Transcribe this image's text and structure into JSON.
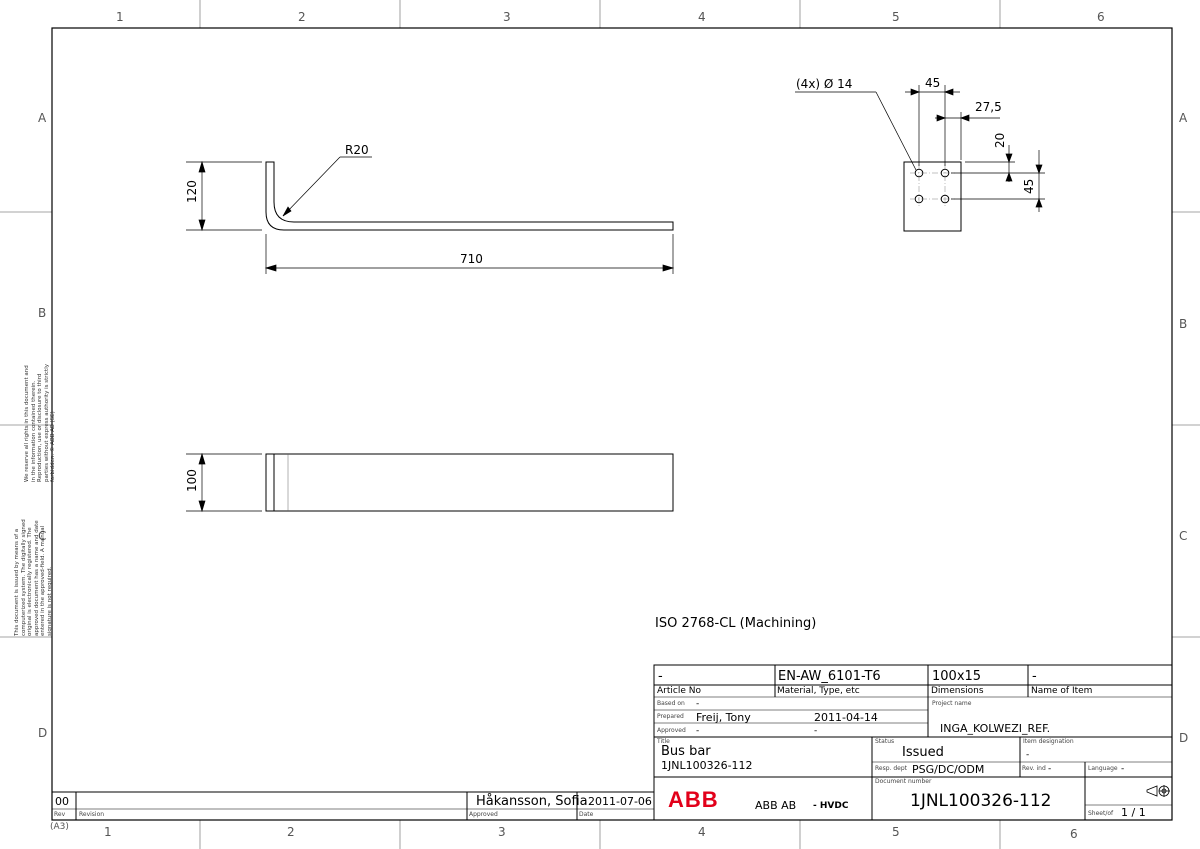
{
  "zones": {
    "columns": [
      "1",
      "2",
      "3",
      "4",
      "5",
      "6"
    ],
    "rows": [
      "A",
      "B",
      "C",
      "D"
    ]
  },
  "dimensions": {
    "r20": "R20",
    "h120": "120",
    "l710": "710",
    "h100": "100",
    "holes": "(4x)  Ø 14",
    "w45": "45",
    "w27": "27,5",
    "v20": "20",
    "v45": "45"
  },
  "notes": {
    "tolerance": "ISO 2768-CL (Machining)",
    "side_note_1": "We reserve all rights in this document and in the information contained therein. Reproduction, use or disclosure to third parties without express authority is strictly forbidden. © ABB AB (SE)",
    "side_note_2": "This document is issued by means of a computerized system. The digitally signed original is electronically registered. The approved document has a name and date entered in the approved-field. A manual signature is not required."
  },
  "title_block": {
    "row1": {
      "article": "-",
      "material": "EN-AW_6101-T6",
      "dimensions": "100x15",
      "name_of_item": "-"
    },
    "labels": {
      "article": "Article No",
      "material": "Material, Type, etc",
      "dimensions": "Dimensions",
      "name_of_item": "Name of Item",
      "based_on": "Based on",
      "prepared": "Prepared",
      "approved": "Approved",
      "project_name": "Project name",
      "title": "Title",
      "status": "Status",
      "item_designation": "Item designation",
      "resp_dept": "Resp. dept",
      "rev_ind": "Rev. ind",
      "language": "Language",
      "document_number": "Document number",
      "sheet": "Sheet/of"
    },
    "based_on_value": "-",
    "prepared_by": "Freij, Tony",
    "prepared_date": "2011-04-14",
    "approved_by": "-",
    "approved_date": "-",
    "project_name": "INGA_KOLWEZI_REF.",
    "title_line1": "Bus bar",
    "title_line2": "1JNL100326-112",
    "status": "Issued",
    "item_designation": "-",
    "resp_dept": "PSG/DC/ODM",
    "rev_ind": "-",
    "language": "-",
    "company_logo": "ABB",
    "company": "ABB AB",
    "division": "- HVDC",
    "document_number": "1JNL100326-112",
    "sheet": "1  /  1"
  },
  "revision_block": {
    "rev": "00",
    "revision_text": "",
    "approved_by": "Håkansson, Sofia",
    "date": "2011-07-06",
    "labels": {
      "rev": "Rev",
      "revision": "Revision",
      "approved": "Approved",
      "date": "Date"
    }
  },
  "sheet_size": "(A3)"
}
